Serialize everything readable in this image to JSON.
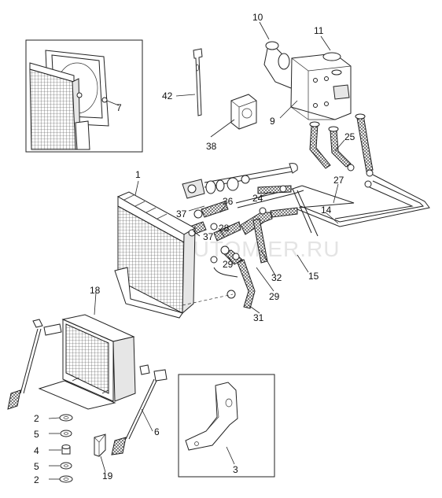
{
  "watermark": "AUTOMIER.RU",
  "labels": {
    "l1": "1",
    "l2a": "2",
    "l2b": "2",
    "l3": "3",
    "l4": "4",
    "l5a": "5",
    "l5b": "5",
    "l6": "6",
    "l7": "7",
    "l9": "9",
    "l10": "10",
    "l11": "11",
    "l14": "14",
    "l15": "15",
    "l18": "18",
    "l19": "19",
    "l24": "24",
    "l25": "25",
    "l27": "27",
    "l28": "28",
    "l29a": "29",
    "l29b": "29",
    "l31": "31",
    "l32": "32",
    "l36": "36",
    "l37a": "37",
    "l37b": "37",
    "l38": "38",
    "l42": "42"
  }
}
